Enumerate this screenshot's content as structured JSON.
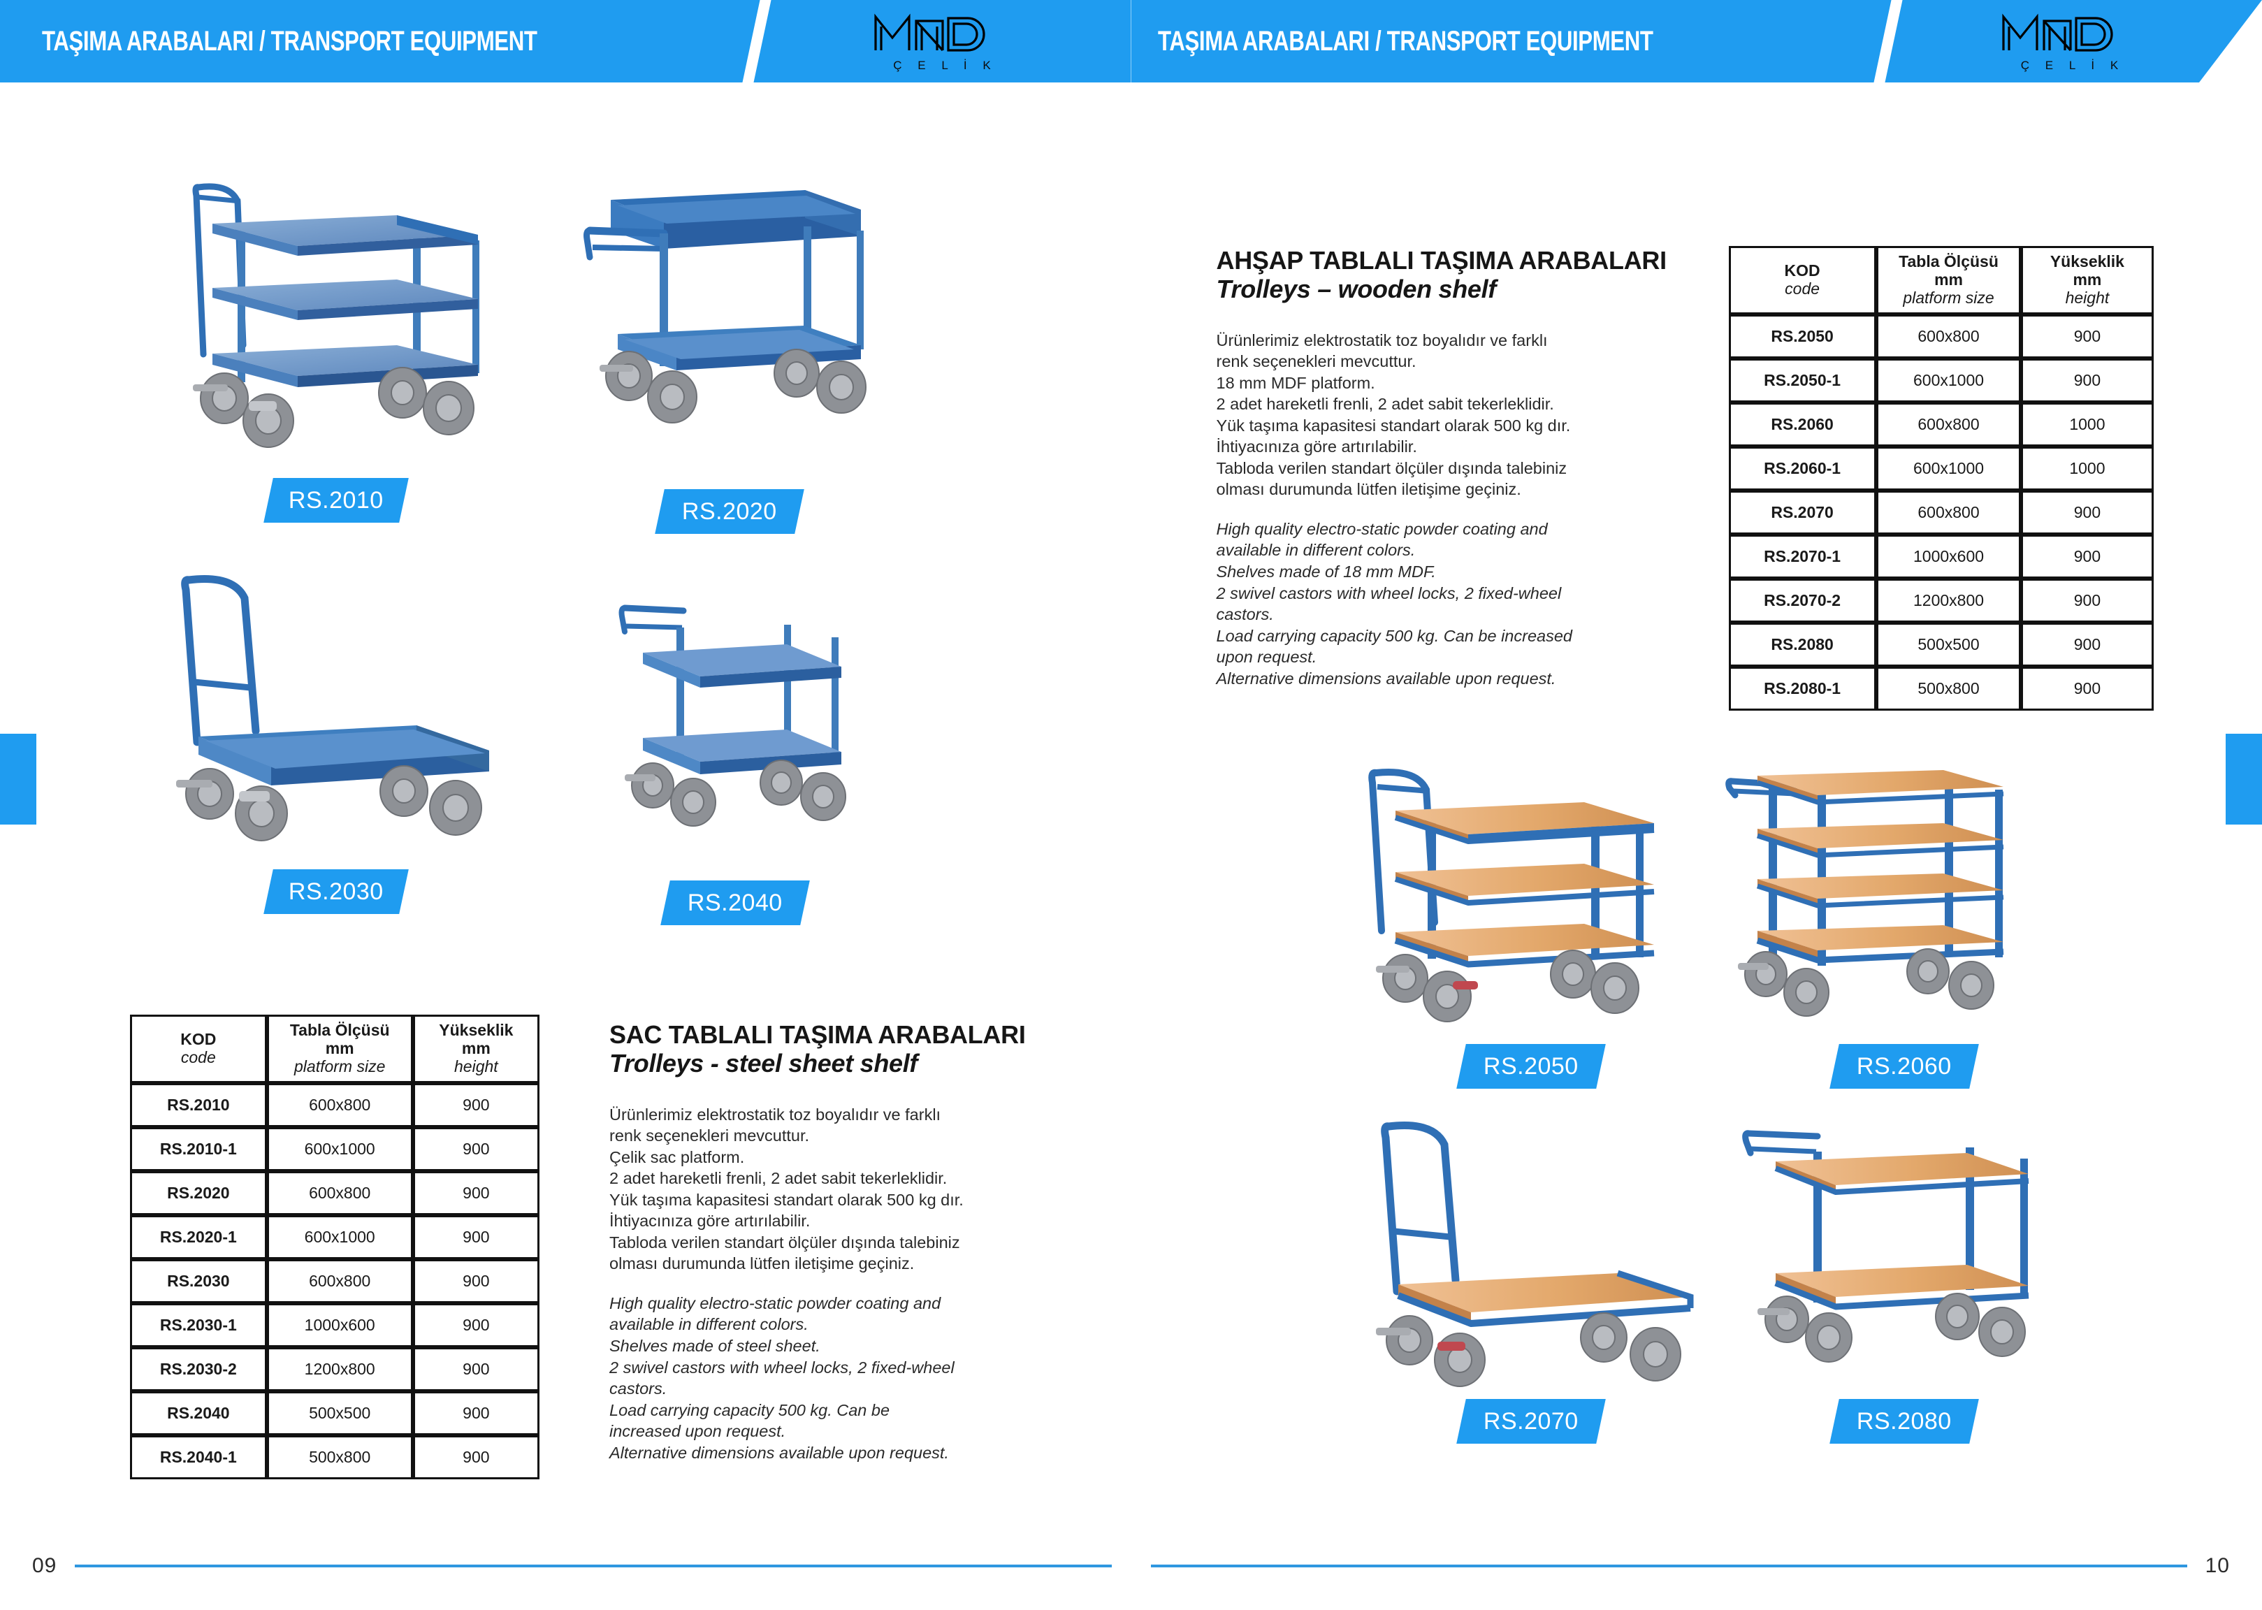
{
  "brand": {
    "name": "MND",
    "sub": "Ç E L İ K"
  },
  "header": {
    "left_title": "TAŞIMA ARABALARI / TRANSPORT EQUIPMENT",
    "right_title": "TAŞIMA ARABALARI / TRANSPORT EQUIPMENT",
    "accent_color": "#1f9cf0"
  },
  "left_page": {
    "page_number": "09",
    "products": [
      {
        "code": "RS.2010",
        "type": "three-shelf-steel-trolley"
      },
      {
        "code": "RS.2020",
        "type": "box-top-steel-trolley"
      },
      {
        "code": "RS.2030",
        "type": "platform-steel-trolley"
      },
      {
        "code": "RS.2040",
        "type": "two-shelf-steel-trolley"
      }
    ],
    "section": {
      "title_tr": "SAC TABLALI TAŞIMA ARABALARI",
      "title_en": "Trolleys - steel sheet shelf",
      "body_tr": "Ürünlerimiz elektrostatik toz boyalıdır ve farklı\nrenk seçenekleri mevcuttur.\nÇelik sac platform.\n2 adet hareketli frenli, 2 adet sabit tekerleklidir.\nYük taşıma kapasitesi standart olarak 500 kg dır.\nİhtiyacınıza göre artırılabilir.\nTabloda verilen standart ölçüler dışında talebiniz\nolması durumunda lütfen iletişime geçiniz.",
      "body_en": "High quality electro-static powder coating and\navailable in different colors.\nShelves made of steel sheet.\n2 swivel castors with wheel locks, 2 fixed-wheel\ncastors.\nLoad carrying capacity 500 kg. Can be\nincreased upon request.\nAlternative dimensions available upon request."
    },
    "table": {
      "headers": {
        "col1_tr": "KOD",
        "col1_en": "code",
        "col2_tr": "Tabla Ölçüsü",
        "col2_unit": "mm",
        "col2_en": "platform size",
        "col3_tr": "Yükseklik",
        "col3_unit": "mm",
        "col3_en": "height"
      },
      "rows": [
        {
          "code": "RS.2010",
          "platform": "600x800",
          "height": "900"
        },
        {
          "code": "RS.2010-1",
          "platform": "600x1000",
          "height": "900"
        },
        {
          "code": "RS.2020",
          "platform": "600x800",
          "height": "900"
        },
        {
          "code": "RS.2020-1",
          "platform": "600x1000",
          "height": "900"
        },
        {
          "code": "RS.2030",
          "platform": "600x800",
          "height": "900"
        },
        {
          "code": "RS.2030-1",
          "platform": "1000x600",
          "height": "900"
        },
        {
          "code": "RS.2030-2",
          "platform": "1200x800",
          "height": "900"
        },
        {
          "code": "RS.2040",
          "platform": "500x500",
          "height": "900"
        },
        {
          "code": "RS.2040-1",
          "platform": "500x800",
          "height": "900"
        }
      ]
    }
  },
  "right_page": {
    "page_number": "10",
    "products": [
      {
        "code": "RS.2050",
        "type": "three-shelf-wooden-trolley"
      },
      {
        "code": "RS.2060",
        "type": "four-shelf-wooden-trolley"
      },
      {
        "code": "RS.2070",
        "type": "platform-wooden-trolley"
      },
      {
        "code": "RS.2080",
        "type": "two-shelf-wooden-trolley"
      }
    ],
    "section": {
      "title_tr": "AHŞAP TABLALI TAŞIMA ARABALARI",
      "title_en": "Trolleys – wooden shelf",
      "body_tr": "Ürünlerimiz elektrostatik toz boyalıdır ve farklı\nrenk seçenekleri mevcuttur.\n18 mm MDF platform.\n2 adet hareketli frenli, 2 adet sabit tekerleklidir.\nYük taşıma kapasitesi standart olarak 500 kg dır.\nİhtiyacınıza göre artırılabilir.\nTabloda verilen standart ölçüler dışında talebiniz\nolması durumunda lütfen iletişime geçiniz.",
      "body_en": "High quality electro-static powder coating and\navailable in different colors.\nShelves made of 18 mm MDF.\n2 swivel castors with wheel locks, 2 fixed-wheel\ncastors.\nLoad carrying capacity 500 kg. Can be increased\nupon request.\nAlternative dimensions available upon request."
    },
    "table": {
      "headers": {
        "col1_tr": "KOD",
        "col1_en": "code",
        "col2_tr": "Tabla Ölçüsü",
        "col2_unit": "mm",
        "col2_en": "platform size",
        "col3_tr": "Yükseklik",
        "col3_unit": "mm",
        "col3_en": "height"
      },
      "rows": [
        {
          "code": "RS.2050",
          "platform": "600x800",
          "height": "900"
        },
        {
          "code": "RS.2050-1",
          "platform": "600x1000",
          "height": "900"
        },
        {
          "code": "RS.2060",
          "platform": "600x800",
          "height": "1000"
        },
        {
          "code": "RS.2060-1",
          "platform": "600x1000",
          "height": "1000"
        },
        {
          "code": "RS.2070",
          "platform": "600x800",
          "height": "900"
        },
        {
          "code": "RS.2070-1",
          "platform": "1000x600",
          "height": "900"
        },
        {
          "code": "RS.2070-2",
          "platform": "1200x800",
          "height": "900"
        },
        {
          "code": "RS.2080",
          "platform": "500x500",
          "height": "900"
        },
        {
          "code": "RS.2080-1",
          "platform": "500x800",
          "height": "900"
        }
      ]
    }
  },
  "colors": {
    "accent": "#1f9cf0",
    "cart_blue": "#2f6fb5",
    "cart_blue_light": "#3f86cf",
    "wood": "#e0a86a",
    "wheel_gray": "#8a8d92"
  }
}
